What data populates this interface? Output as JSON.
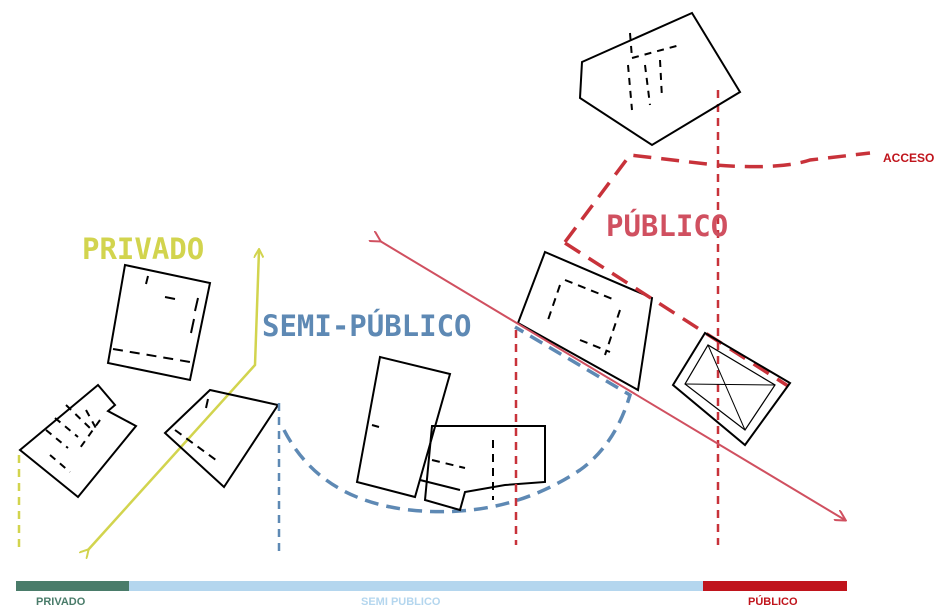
{
  "labels": {
    "privado": "PRIVADO",
    "semi_publico": "SEMI-PÚBLICO",
    "publico": "PÚBLICO",
    "acceso": "ACCESO"
  },
  "legend_bar": {
    "segments": [
      {
        "label": "PRIVADO",
        "color": "#4a7c6a"
      },
      {
        "label": "SEMI PUBLICO",
        "color": "#b4d6ee"
      },
      {
        "label": "PÚBLICO",
        "color": "#c0141c"
      }
    ]
  },
  "colors": {
    "privado": "#d2d44e",
    "semi_publico": "#5e89b4",
    "publico": "#c8323a",
    "building_stroke": "#000000"
  }
}
